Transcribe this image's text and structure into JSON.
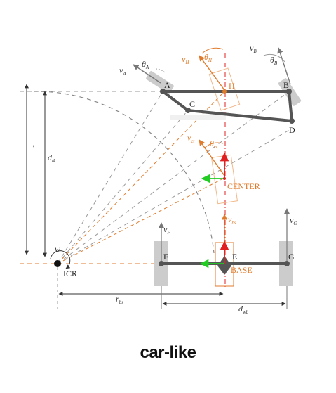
{
  "points": {
    "A": "A",
    "B": "B",
    "C": "C",
    "D": "D",
    "E": "E",
    "F": "F",
    "G": "G",
    "H": "H"
  },
  "labels": {
    "center": "CENTER",
    "base": "BASE",
    "icr": "ICR",
    "apostrophe": "'"
  },
  "symbols": {
    "v_A": {
      "main": "v",
      "sub": "A"
    },
    "v_B": {
      "main": "v",
      "sub": "B"
    },
    "v_H": {
      "main": "v",
      "sub": "H"
    },
    "v_ct": {
      "main": "v",
      "sub": "ct"
    },
    "v_bs": {
      "main": "v",
      "sub": "bs"
    },
    "v_F": {
      "main": "v",
      "sub": "F"
    },
    "v_G": {
      "main": "v",
      "sub": "G"
    },
    "theta_A": {
      "main": "θ",
      "sub": "A"
    },
    "theta_B": {
      "main": "θ",
      "sub": "B"
    },
    "theta_H": {
      "main": "θ",
      "sub": "H"
    },
    "theta_ct": {
      "main": "θ",
      "sub": "ct"
    },
    "d_tk": {
      "main": "d",
      "sub": "tk"
    },
    "r_bs": {
      "main": "r",
      "sub": "bs"
    },
    "d_wb": {
      "main": "d",
      "sub": "wb"
    },
    "w": {
      "main": "w",
      "sub": ""
    }
  },
  "caption": "car-like",
  "colors": {
    "orange": "#e07b2c",
    "red": "#e02020",
    "green": "#22cc22",
    "link": "#555555",
    "wheel": "#cccccc"
  }
}
